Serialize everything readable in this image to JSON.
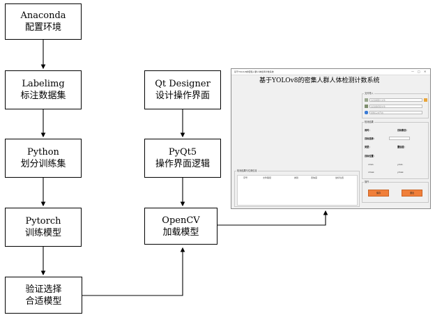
{
  "flow": {
    "anaconda": {
      "line1": "Anaconda",
      "line2": "配置环境"
    },
    "labelimg": {
      "line1": "Labelimg",
      "line2": "标注数据集"
    },
    "python": {
      "line1": "Python",
      "line2": "划分训练集"
    },
    "pytorch": {
      "line1": "Pytorch",
      "line2": "训练模型"
    },
    "validate": {
      "line1": "验证选择",
      "line2": "合适模型"
    },
    "qtdesigner": {
      "line1": "Qt Designer",
      "line2": "设计操作界面"
    },
    "pyqt5": {
      "line1": "PyQt5",
      "line2": "操作界面逻辑"
    },
    "opencv": {
      "line1": "OpenCV",
      "line2": "加载模型"
    }
  },
  "app": {
    "window_title": "基于YOLOv8的密集人群人体检测计数系统",
    "title": "基于YOLOv8的密集人群人体检测计数系统",
    "file_group": {
      "title": "文件导入",
      "image_placeholder": "请选择图片文件",
      "video_placeholder": "请选择视频文件",
      "camera_label": "摄像头未开启"
    },
    "result_group": {
      "title": "检测结果",
      "time_label": "用时：",
      "count_label": "目标数目：",
      "select_label": "目标选择：",
      "type_label": "类型：",
      "conf_label": "置信度：",
      "pos_label": "目标位置：",
      "xmin": "xmin:",
      "ymin": "ymin:",
      "xmax": "xmax:",
      "ymax": "ymax:"
    },
    "table": {
      "title": "检测结果与位置信息",
      "headers": [
        "序号",
        "文件路径",
        "类别",
        "置信度",
        "坐标位置"
      ]
    },
    "ops_group": {
      "title": "操作",
      "save_label": "保存",
      "exit_label": "退出"
    },
    "window_controls": [
      "—",
      "□",
      "✕"
    ]
  }
}
